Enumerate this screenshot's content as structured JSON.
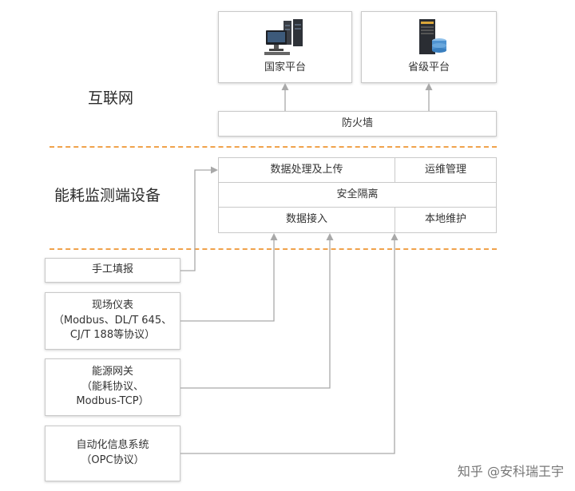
{
  "sections": {
    "internet": "互联网",
    "device": "能耗监测端设备"
  },
  "platforms": {
    "national": "国家平台",
    "provincial": "省级平台"
  },
  "firewall": "防火墙",
  "device_modules": {
    "data_processing": "数据处理及上传",
    "ops_management": "运维管理",
    "security_isolation": "安全隔离",
    "data_access": "数据接入",
    "local_maintenance": "本地维护"
  },
  "sources": [
    {
      "lines": [
        "手工填报"
      ]
    },
    {
      "lines": [
        "现场仪表",
        "（Modbus、DL/T 645、",
        "CJ/T 188等协议）"
      ]
    },
    {
      "lines": [
        "能源网关",
        "（能耗协议、",
        "Modbus-TCP）"
      ]
    },
    {
      "lines": [
        "自动化信息系统",
        "（OPC协议）"
      ]
    }
  ],
  "watermark": "知乎 @安科瑞王宇",
  "colors": {
    "dash": "#f0a24b",
    "border": "#c9c9c9",
    "line": "#a9a9a9"
  }
}
